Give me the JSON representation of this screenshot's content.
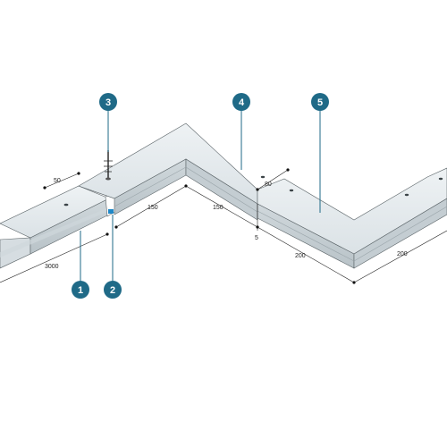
{
  "colors": {
    "callout_fill": "#1f6a87",
    "callout_text": "#ffffff",
    "profile_top": "#e4eaed",
    "profile_side": "#c9d2d7",
    "profile_front": "#d6dde1",
    "edge": "#5b6468",
    "accent_blue": "#1e88c8"
  },
  "callouts": [
    "1",
    "2",
    "3",
    "4",
    "5"
  ],
  "dimensions": {
    "d50": "50",
    "d3000": "3000",
    "d150_left": "150",
    "d150_right": "150",
    "d80": "80",
    "d5": "5",
    "d200_left": "200",
    "d200_right": "200"
  }
}
